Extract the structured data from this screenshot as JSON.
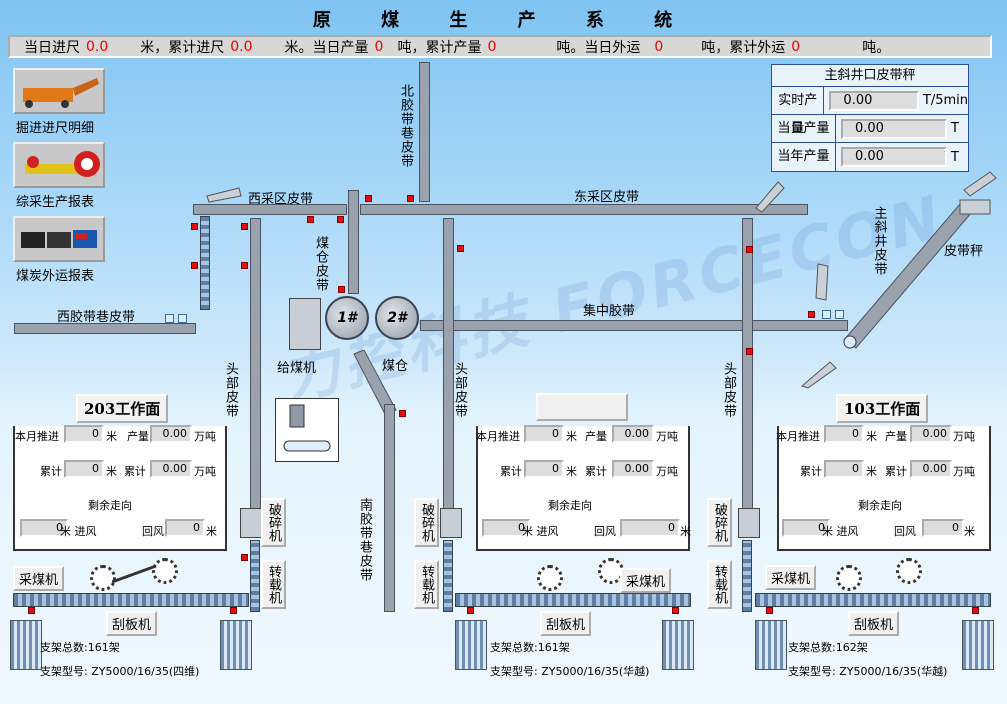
{
  "title": "原 煤 生 产 系 统",
  "summary": {
    "daily_advance_label": "当日进尺",
    "daily_advance": "0.0",
    "unit_m1": "米，累计进尺",
    "total_advance": "0.0",
    "unit_m2": "米。当日产量",
    "daily_output": "0",
    "unit_t1": "吨，累计产量",
    "total_output": "0",
    "unit_t2": "吨。当日外运",
    "daily_ship": "0",
    "unit_t3": "吨，累计外运",
    "total_ship": "0",
    "unit_t4": "吨。"
  },
  "left_buttons": [
    {
      "label": "掘进进尺明细",
      "icon": "roadheader-icon"
    },
    {
      "label": "综采生产报表",
      "icon": "shearer-icon"
    },
    {
      "label": "煤炭外运报表",
      "icon": "train-icon"
    }
  ],
  "scale": {
    "title": "主斜井口皮带秤",
    "rows": [
      {
        "key": "实时产量",
        "value": "0.00",
        "unit": "T/5min"
      },
      {
        "key": "当日产量",
        "value": "0.00",
        "unit": "T"
      },
      {
        "key": "当年产量",
        "value": "0.00",
        "unit": "T"
      }
    ]
  },
  "labels": {
    "north_belt": "北胶带巷皮带",
    "west_area": "西采区皮带",
    "east_area": "东采区皮带",
    "coal_bin_belt": "煤仓皮带",
    "main_incline": "主斜井皮带",
    "belt_scale": "皮带秤",
    "west_belt": "西胶带巷皮带",
    "central_belt": "集中胶带",
    "feeder": "给煤机",
    "coal_bin": "煤仓",
    "head_belt": "头部皮带",
    "south_belt": "南胶带巷皮带",
    "bin1": "1#",
    "bin2": "2#"
  },
  "faces": [
    {
      "title": "203工作面",
      "month_advance_label": "本月推进",
      "month_advance": "0",
      "unit_m": "米",
      "output_label": "产量",
      "output": "0.00",
      "unit_wt": "万吨",
      "total_label": "累计",
      "total_advance": "0",
      "total_output_label": "累计",
      "total_output": "0.00",
      "remaining_label": "剩余走向",
      "intake_value": "0",
      "intake_label": "米 进风",
      "return_label": "回风",
      "return_value": "0",
      "unit_m3": "米",
      "shearer": "采煤机",
      "conveyor": "刮板机",
      "crusher": "破碎机",
      "loader": "转载机",
      "support_total": "支架总数:161架",
      "support_model": "支架型号: ZY5000/16/35(四维)"
    },
    {
      "title": "",
      "month_advance_label": "本月推进",
      "month_advance": "0",
      "unit_m": "米",
      "output_label": "产量",
      "output": "0.00",
      "unit_wt": "万吨",
      "total_label": "累计",
      "total_advance": "0",
      "total_output_label": "累计",
      "total_output": "0.00",
      "remaining_label": "剩余走向",
      "intake_value": "0",
      "intake_label": "米 进风",
      "return_label": "回风",
      "return_value": "0",
      "unit_m3": "米",
      "shearer": "采煤机",
      "conveyor": "刮板机",
      "crusher": "破碎机",
      "loader": "转载机",
      "support_total": "支架总数:161架",
      "support_model": "支架型号: ZY5000/16/35(华越)"
    },
    {
      "title": "103工作面",
      "month_advance_label": "本月推进",
      "month_advance": "0",
      "unit_m": "米",
      "output_label": "产量",
      "output": "0.00",
      "unit_wt": "万吨",
      "total_label": "累计",
      "total_advance": "0",
      "total_output_label": "累计",
      "total_output": "0.00",
      "remaining_label": "剩余走向",
      "intake_value": "0",
      "intake_label": "米 进风",
      "return_label": "回风",
      "return_value": "0",
      "unit_m3": "米",
      "shearer": "采煤机",
      "conveyor": "刮板机",
      "crusher": "破碎机",
      "loader": "转载机",
      "support_total": "支架总数:162架",
      "support_model": "支架型号: ZY5000/16/35(华越)"
    }
  ],
  "watermark": "力控科技 FORCECON"
}
